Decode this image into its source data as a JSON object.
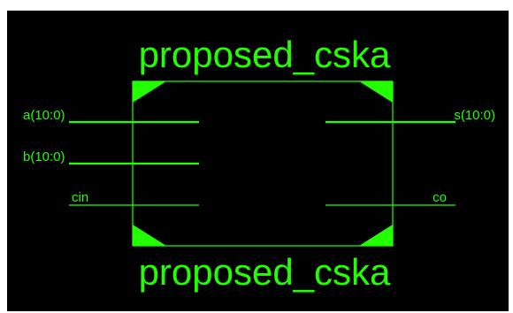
{
  "block": {
    "title_top": "proposed_cska",
    "title_bottom": "proposed_cska",
    "color": "#22ff00",
    "background": "#000000"
  },
  "ports": {
    "inputs": [
      {
        "name": "a(10:0)",
        "bus": true
      },
      {
        "name": "b(10:0)",
        "bus": true
      },
      {
        "name": "cin",
        "bus": false
      }
    ],
    "outputs": [
      {
        "name": "s(10:0)",
        "bus": true
      },
      {
        "name": "co",
        "bus": false
      }
    ]
  }
}
